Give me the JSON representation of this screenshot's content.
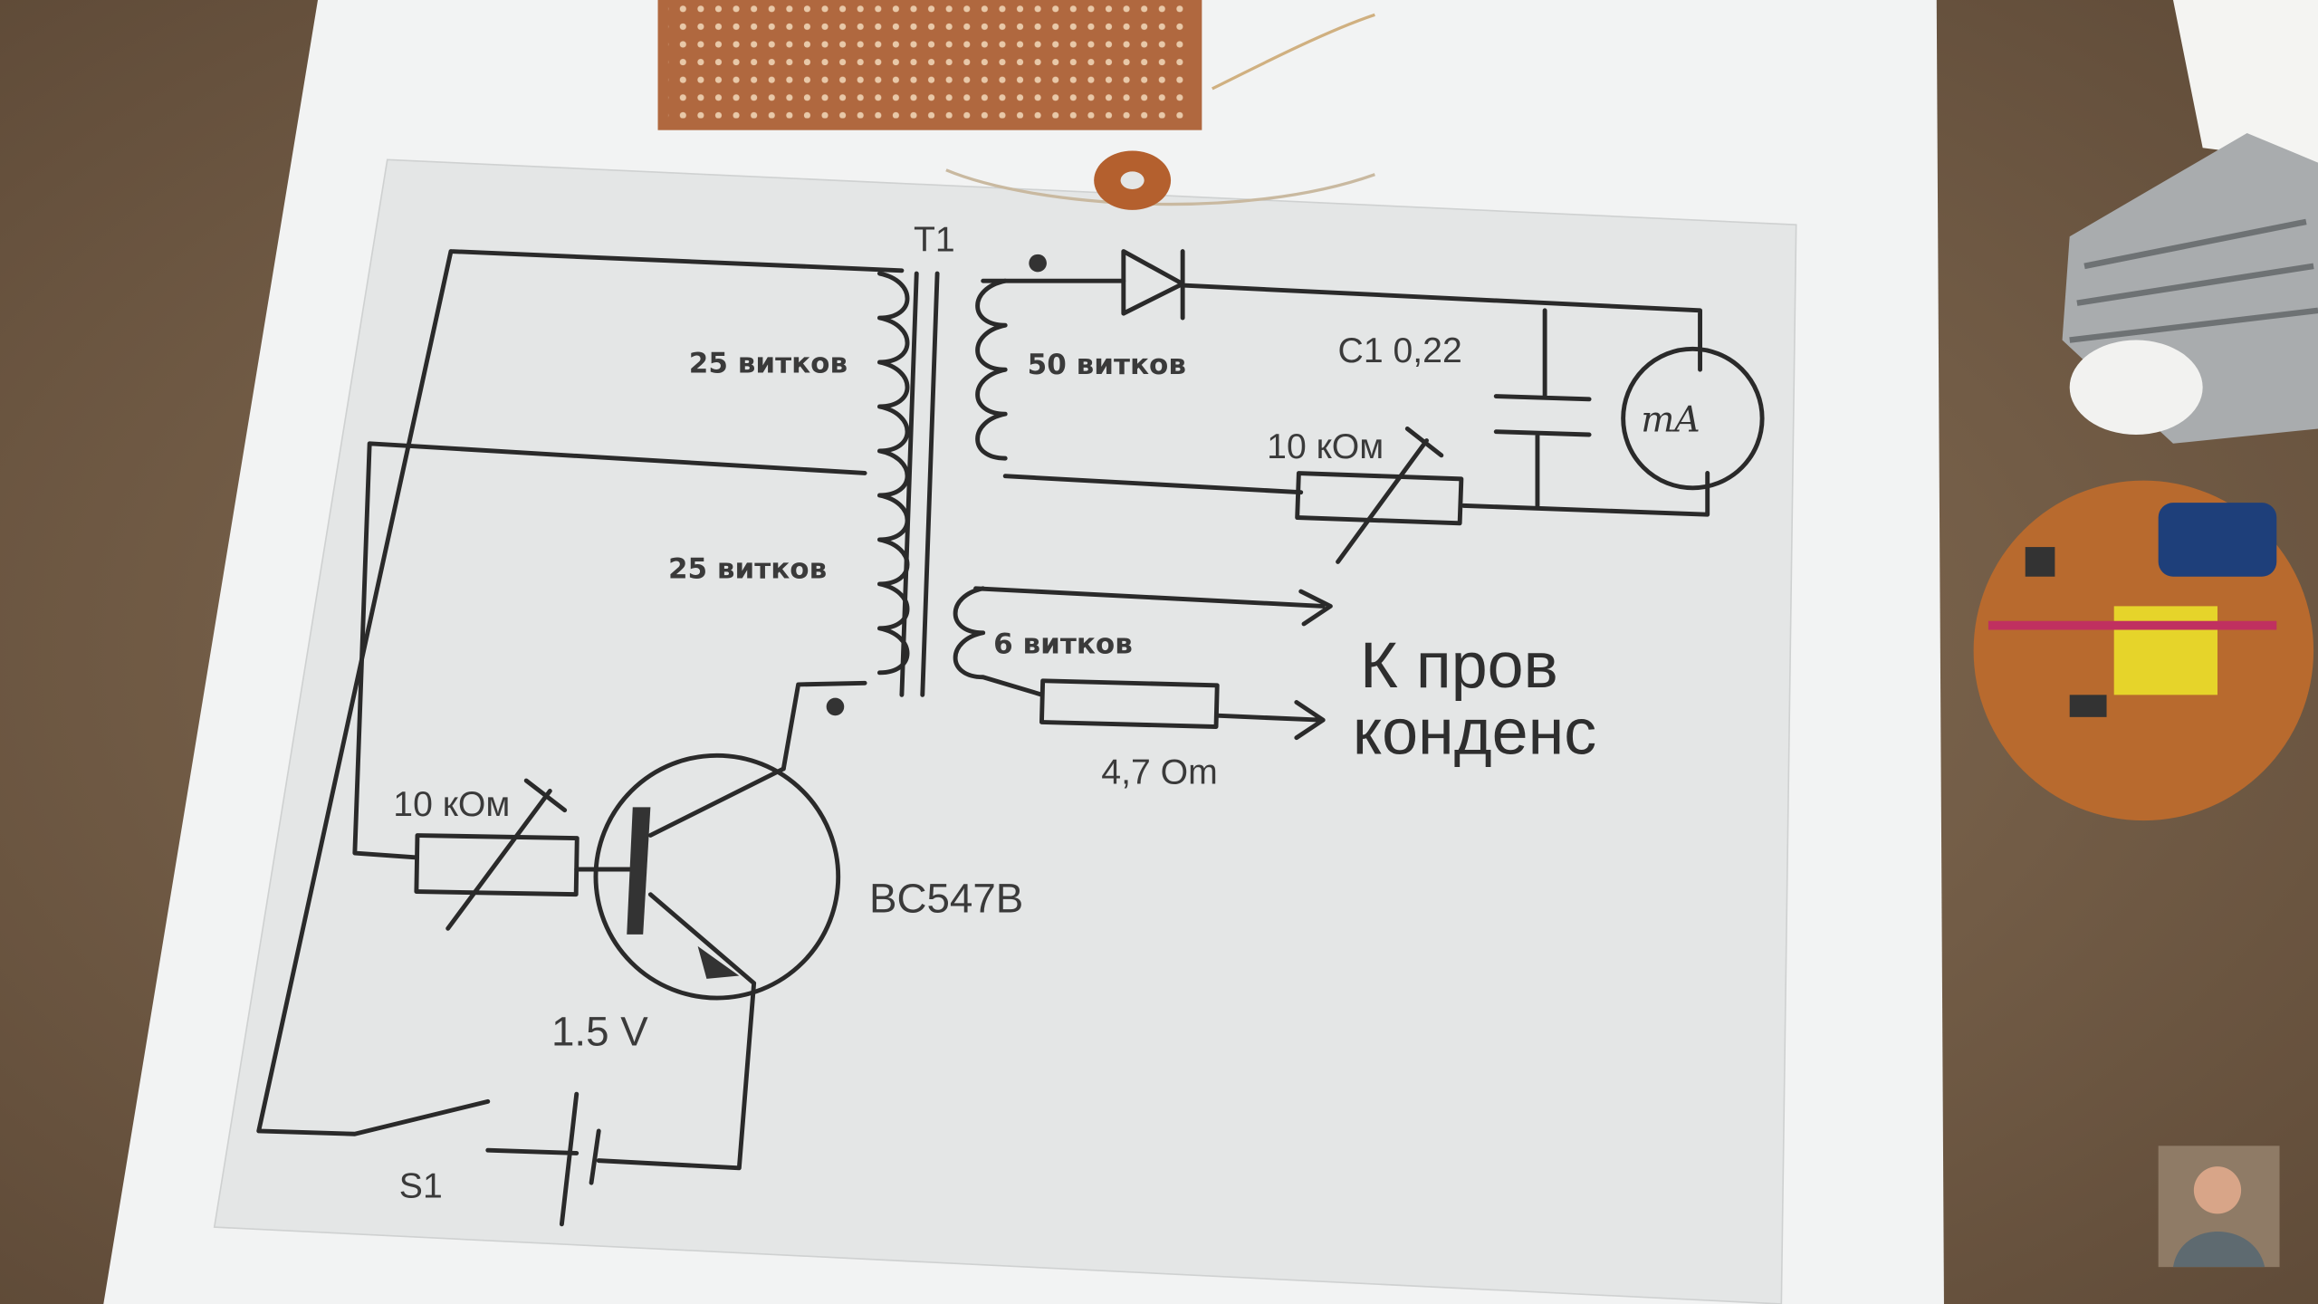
{
  "schematic": {
    "transformer": "T1",
    "primary_upper": "25 витков",
    "primary_lower": "25 витков",
    "secondary": "50 витков",
    "feedback": "6 витков",
    "capacitor": "C1 0,22",
    "meter": "mA",
    "pot_top": "10 кОм",
    "pot_base": "10 кОм",
    "resistor": "4,7 Om",
    "output_line1": "К пров",
    "output_line2": "конденс",
    "transistor": "BC547B",
    "battery": "1.5 V",
    "switch": "S1"
  },
  "colors": {
    "paper": "#e6e8e8",
    "wood": "#6e5a45",
    "ink": "#2a2a2a",
    "pcb": "#b0683f"
  }
}
